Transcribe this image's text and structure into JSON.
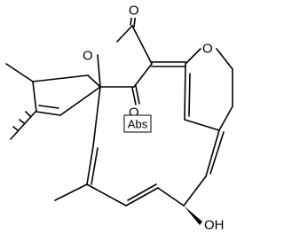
{
  "atoms": {
    "o_carbonyl_top": "O",
    "o_lactone_ring": "O",
    "o_carbonyl_lower": "O",
    "o_pyran": "O",
    "hydroxyl": "OH"
  },
  "stereo_badge": "Abs",
  "colors": {
    "bond": "#000000",
    "background": "#ffffff"
  }
}
